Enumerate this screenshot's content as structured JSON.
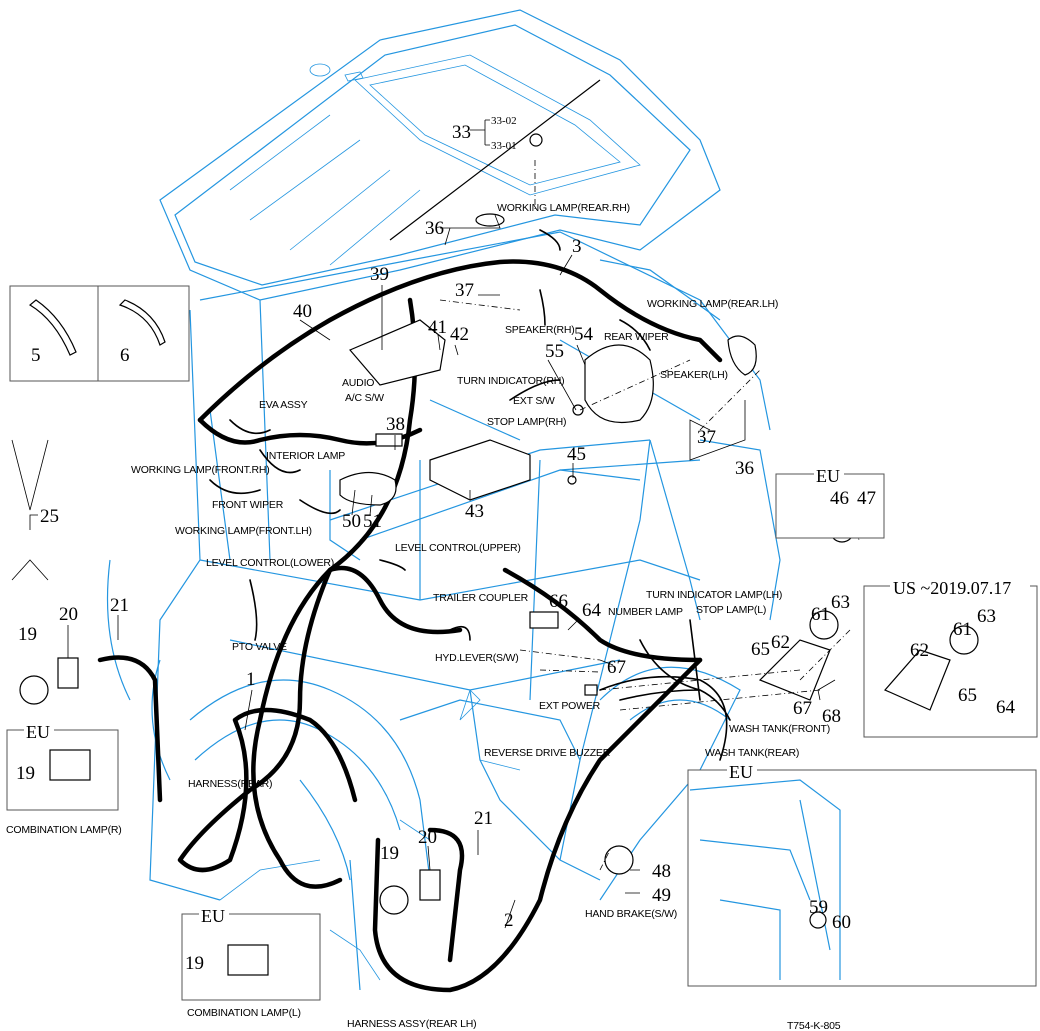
{
  "callouts": {
    "c33": "33",
    "c33_02": "33-02",
    "c33_01": "33-01",
    "c36a": "36",
    "c3": "3",
    "c39": "39",
    "c37a": "37",
    "c40": "40",
    "c41": "41",
    "c42": "42",
    "c54": "54",
    "c55": "55",
    "c38": "38",
    "c45": "45",
    "c43": "43",
    "c50": "50",
    "c51": "51",
    "c37b": "37",
    "c36b": "36",
    "c5": "5",
    "c6": "6",
    "c25": "25",
    "c46": "46",
    "c47": "47",
    "c19a": "19",
    "c20a": "20",
    "c21a": "21",
    "c1": "1",
    "c19b": "19",
    "c66": "66",
    "c64a": "64",
    "c67a": "67",
    "c65a": "65",
    "c62a": "62",
    "c61a": "61",
    "c63a": "63",
    "c67b": "67",
    "c68": "68",
    "c62b": "62",
    "c61b": "61",
    "c63b": "63",
    "c65b": "65",
    "c64b": "64",
    "c48": "48",
    "c49": "49",
    "c20b": "20",
    "c21b": "21",
    "c19c": "19",
    "c2": "2",
    "c19d": "19",
    "c59": "59",
    "c60": "60"
  },
  "labels": {
    "working_lamp_rear_rh": "WORKING LAMP(REAR.RH)",
    "working_lamp_rear_lh": "WORKING LAMP(REAR.LH)",
    "speaker_rh": "SPEAKER(RH)",
    "rear_wiper": "REAR WIPER",
    "audio": "AUDIO",
    "ac_sw": "A/C S/W",
    "turn_indicator_rh": "TURN INDICATOR(RH)",
    "ext_sw": "EXT S/W",
    "speaker_lh": "SPEAKER(LH)",
    "eva_assy": "EVA ASSY",
    "stop_lamp_rh": "STOP LAMP(RH)",
    "interior_lamp": "INTERIOR LAMP",
    "working_lamp_front_rh": "WORKING LAMP(FRONT.RH)",
    "front_wiper": "FRONT WIPER",
    "working_lamp_front_lh": "WORKING LAMP(FRONT.LH)",
    "level_control_upper": "LEVEL CONTROL(UPPER)",
    "level_control_lower": "LEVEL CONTROL(LOWER)",
    "trailer_coupler": "TRAILER COUPLER",
    "number_lamp": "NUMBER LAMP",
    "turn_indicator_lamp_lh": "TURN INDICATOR LAMP(LH)",
    "stop_lamp_l": "STOP LAMP(L)",
    "pto_valve": "PTO VALVE",
    "hyd_lever_sw": "HYD.LEVER(S/W)",
    "ext_power": "EXT POWER",
    "wash_tank_front": "WASH TANK(FRONT)",
    "reverse_drive_buzzer": "REVERSE DRIVE BUZZER",
    "wash_tank_rear": "WASH TANK(REAR)",
    "harness_rear": "HARNESS(REAR)",
    "combination_lamp_r": "COMBINATION LAMP(R)",
    "hand_brake_sw": "HAND BRAKE(S/W)",
    "combination_lamp_l": "COMBINATION LAMP(L)",
    "harness_assy_rear_lh": "HARNESS ASSY(REAR LH)"
  },
  "insets": {
    "eu_1": "EU",
    "eu_2": "EU",
    "eu_3": "EU",
    "eu_4": "EU",
    "us": "US ~2019.07.17"
  },
  "drawing_number": "T754-K-805",
  "colors": {
    "cab_outline": "#2496e0",
    "harness": "#000000"
  }
}
